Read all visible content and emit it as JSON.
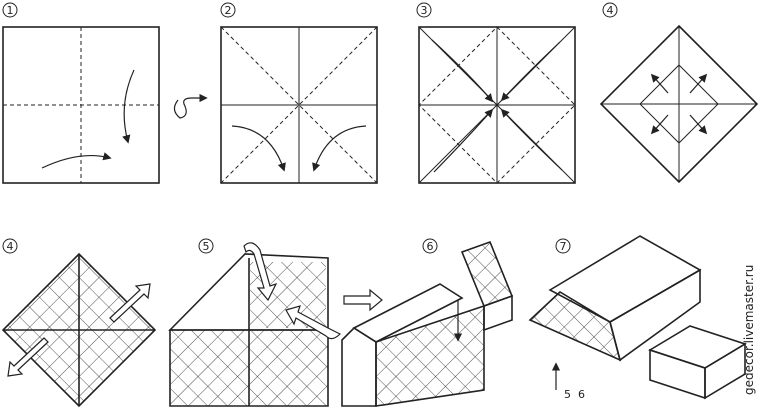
{
  "steps": {
    "s1": "1",
    "s2": "2",
    "s3": "3",
    "s4a": "4",
    "s4b": "4",
    "s5": "5",
    "s6": "6",
    "s7": "7"
  },
  "side_labels": {
    "box_side_5": "5",
    "box_side_6": "6"
  },
  "credit": "gedecor.livemaster.ru",
  "colors": {
    "paper_pink": "#f6cfcf",
    "line": "#222222",
    "paper_white": "#ffffff"
  }
}
